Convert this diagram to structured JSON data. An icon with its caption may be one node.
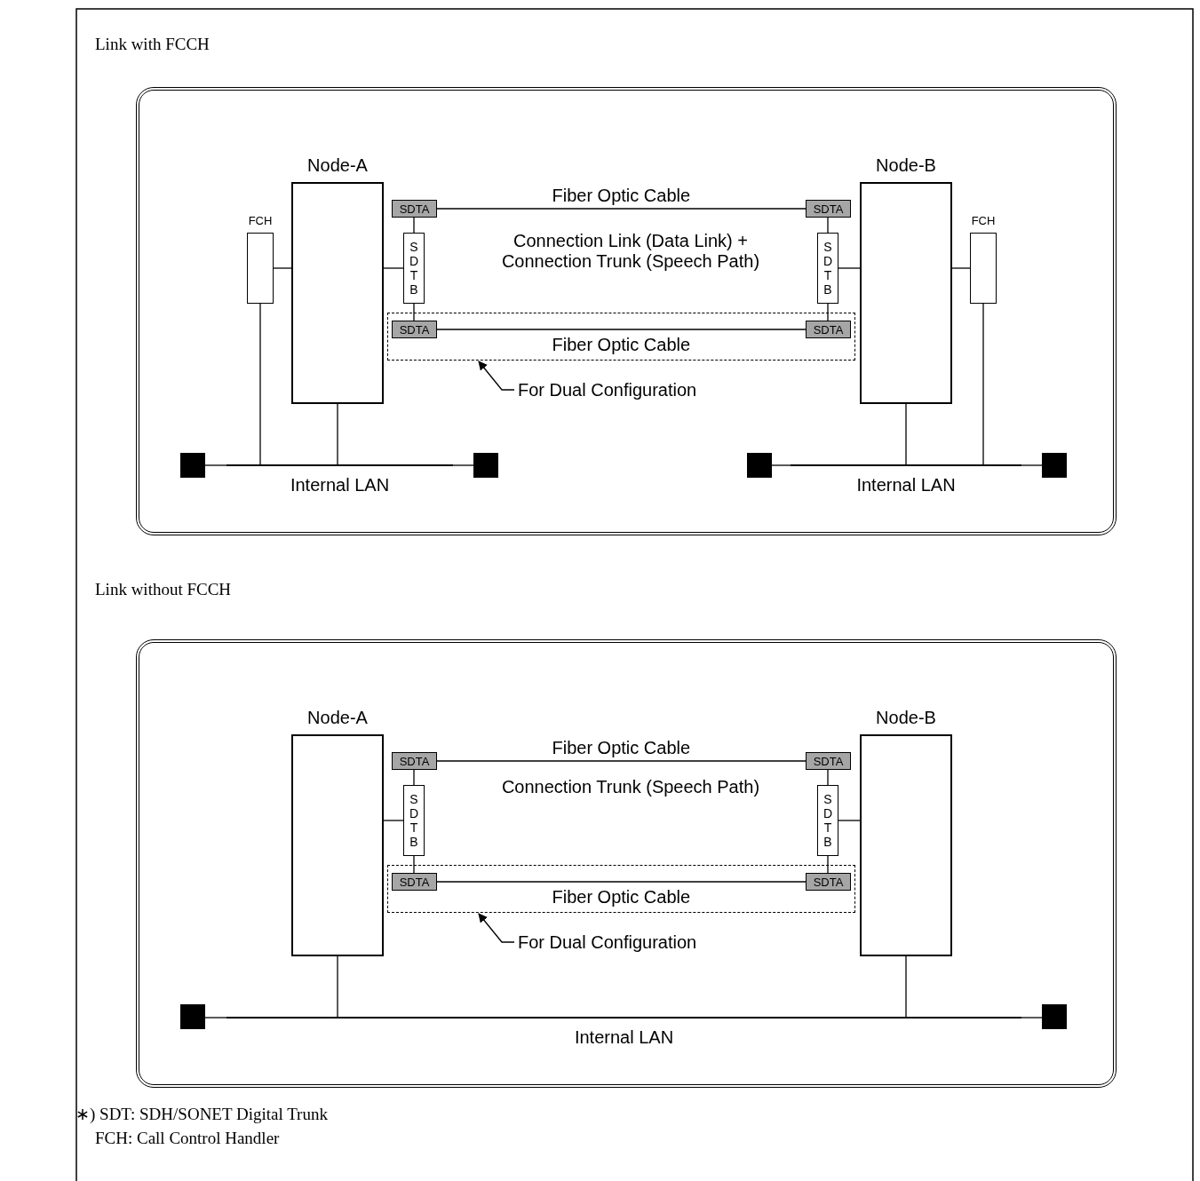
{
  "diagram": {
    "nodes": [
      {
        "text": [],
        "shape": "box"
      },
      {
        "text": [
          "Node-A"
        ],
        "in": 0
      },
      {
        "text": [
          "FCH"
        ],
        "in": 0
      },
      {
        "text": [
          "SDTA"
        ],
        "in": 0
      },
      {
        "text": [
          "SDTB"
        ],
        "in": 0
      },
      {
        "text": [],
        "shape": "box",
        "in": 0
      },
      {
        "text": [
          "SDTA"
        ],
        "in": 5
      },
      {
        "text": [
          "SDTA"
        ],
        "in": 5
      },
      {
        "text": [
          "For Dual Configuration"
        ],
        "in": 0
      },
      {
        "text": [
          "Node-B"
        ],
        "in": 0
      },
      {
        "text": [
          "SDTA"
        ],
        "in": 0
      },
      {
        "text": [
          "SDTB"
        ],
        "in": 0
      },
      {
        "text": [
          "FCH"
        ],
        "in": 0
      },
      {
        "text": [],
        "shape": "box",
        "in": 0
      },
      {
        "text": [
          "Internal LAN"
        ],
        "in": 0
      },
      {
        "text": [],
        "shape": "box",
        "in": 0
      },
      {
        "text": [],
        "shape": "box",
        "in": 0
      },
      {
        "text": [
          "Internal LAN"
        ],
        "in": 0
      },
      {
        "text": [],
        "shape": "box",
        "in": 0
      },
      {
        "text": [],
        "shape": "box"
      },
      {
        "text": [
          "Node-A"
        ],
        "in": 19
      },
      {
        "text": [
          "SDTA"
        ],
        "in": 19
      },
      {
        "text": [
          "SDTB"
        ],
        "in": 19
      },
      {
        "text": [],
        "shape": "box",
        "in": 19
      },
      {
        "text": [
          "SDTA"
        ],
        "in": 23
      },
      {
        "text": [
          "SDTA"
        ],
        "in": 23
      },
      {
        "text": [
          "For Dual Configuration"
        ],
        "in": 19
      },
      {
        "text": [
          "Node-B"
        ],
        "in": 19
      },
      {
        "text": [
          "SDTA"
        ],
        "in": 19
      },
      {
        "text": [
          "SDTB"
        ],
        "in": 19
      },
      {
        "text": [],
        "shape": "box",
        "in": 19
      },
      {
        "text": [
          "Internal LAN"
        ],
        "in": 19
      },
      {
        "text": [],
        "shape": "box",
        "in": 19
      }
    ],
    "edges": [
      {
        "from": 2,
        "to": 1,
        "arrow": "none"
      },
      {
        "from": 1,
        "to": 4,
        "arrow": "none"
      },
      {
        "from": 4,
        "to": 3,
        "arrow": "none"
      },
      {
        "from": 4,
        "to": 6,
        "arrow": "none"
      },
      {
        "from": 3,
        "to": 10,
        "arrow": "none",
        "label": "Fiber Optic Cable"
      },
      {
        "from": 6,
        "to": 7,
        "arrow": "none",
        "label": "Fiber Optic Cable"
      },
      {
        "from": 11,
        "to": 10,
        "arrow": "none"
      },
      {
        "from": 11,
        "to": 7,
        "arrow": "none"
      },
      {
        "from": 9,
        "to": 11,
        "arrow": "none"
      },
      {
        "from": 9,
        "to": 12,
        "arrow": "none"
      },
      {
        "from": 8,
        "to": 5,
        "arrow": "to"
      },
      {
        "from": 13,
        "to": 14,
        "arrow": "none"
      },
      {
        "from": 14,
        "to": 15,
        "arrow": "none"
      },
      {
        "from": 2,
        "to": 14,
        "arrow": "none"
      },
      {
        "from": 1,
        "to": 14,
        "arrow": "none"
      },
      {
        "from": 16,
        "to": 17,
        "arrow": "none"
      },
      {
        "from": 17,
        "to": 18,
        "arrow": "none"
      },
      {
        "from": 9,
        "to": 17,
        "arrow": "none"
      },
      {
        "from": 12,
        "to": 17,
        "arrow": "none"
      },
      {
        "from": 20,
        "to": 22,
        "arrow": "none"
      },
      {
        "from": 22,
        "to": 21,
        "arrow": "none"
      },
      {
        "from": 22,
        "to": 24,
        "arrow": "none"
      },
      {
        "from": 21,
        "to": 28,
        "arrow": "none",
        "label": "Fiber Optic Cable"
      },
      {
        "from": 24,
        "to": 25,
        "arrow": "none",
        "label": "Fiber Optic Cable"
      },
      {
        "from": 29,
        "to": 28,
        "arrow": "none"
      },
      {
        "from": 29,
        "to": 25,
        "arrow": "none"
      },
      {
        "from": 27,
        "to": 29,
        "arrow": "none"
      },
      {
        "from": 26,
        "to": 23,
        "arrow": "to"
      },
      {
        "from": 30,
        "to": 31,
        "arrow": "none"
      },
      {
        "from": 31,
        "to": 32,
        "arrow": "none"
      },
      {
        "from": 20,
        "to": 31,
        "arrow": "none"
      },
      {
        "from": 27,
        "to": 31,
        "arrow": "none"
      }
    ],
    "labels": [
      "Link with FCCH",
      "Connection Link (Data Link) + Connection Trunk (Speech Path)",
      "Link without FCCH",
      "Connection Trunk (Speech Path)",
      "∗) SDT: SDH/SONET Digital Trunk",
      "FCH: Call Control Handler"
    ]
  }
}
